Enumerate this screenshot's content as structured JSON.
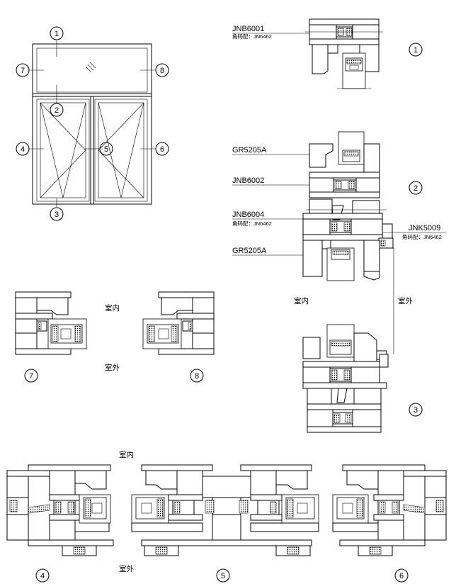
{
  "callouts": {
    "window": [
      "1",
      "2",
      "3",
      "4",
      "5",
      "6",
      "7",
      "8"
    ],
    "sections": [
      "1",
      "2",
      "3",
      "4",
      "5",
      "6",
      "7",
      "8"
    ]
  },
  "labels": {
    "jnb6001": "JNB6001",
    "jnb6001_sub": "角码配：JN6462",
    "gr5205a_top": "GR5205A",
    "jnb6002": "JNB6002",
    "jnb6004": "JNB6004",
    "jnb6004_sub": "角码配：JN6462",
    "gr5205a_bottom": "GR5205A",
    "jnk5009": "JNK5009",
    "jnk5009_sub": "角码配：JN6462"
  },
  "orientation": {
    "indoor": "室内",
    "outdoor": "室外"
  }
}
